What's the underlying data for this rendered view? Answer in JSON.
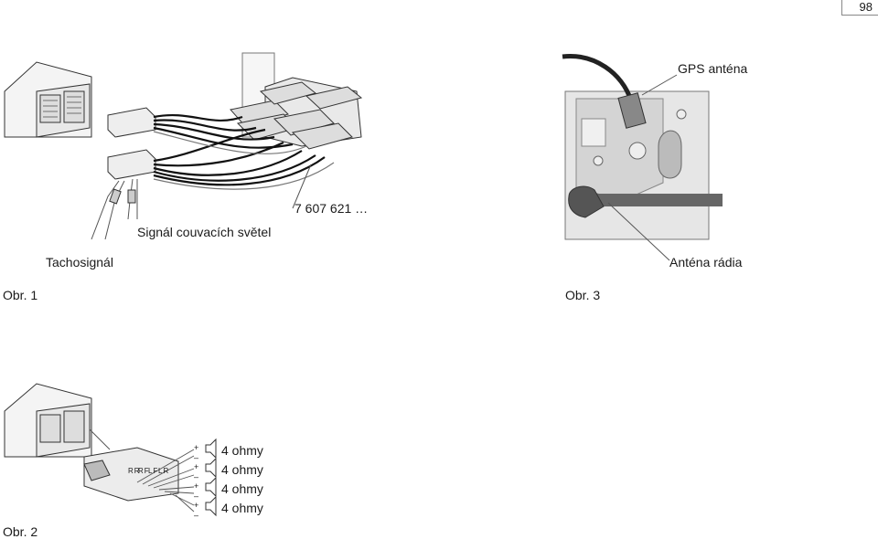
{
  "page": {
    "number": "98"
  },
  "figure1": {
    "caption": "Obr. 1",
    "part_number": "7 607 621 …",
    "reverse_signal_label": "Signál couvacích světel",
    "speed_signal_label": "Tachosignál"
  },
  "figure2": {
    "caption": "Obr. 2",
    "connector_labels": [
      "RR",
      "RF",
      "LF",
      "LR"
    ],
    "speakers": [
      {
        "plus": "+",
        "minus": "–",
        "label": "4 ohmy"
      },
      {
        "plus": "+",
        "minus": "–",
        "label": "4 ohmy"
      },
      {
        "plus": "+",
        "minus": "–",
        "label": "4 ohmy"
      },
      {
        "plus": "+",
        "minus": "–",
        "label": "4 ohmy"
      }
    ]
  },
  "figure3": {
    "caption": "Obr. 3",
    "gps_label": "GPS anténa",
    "radio_antenna_label": "Anténa rádia"
  }
}
